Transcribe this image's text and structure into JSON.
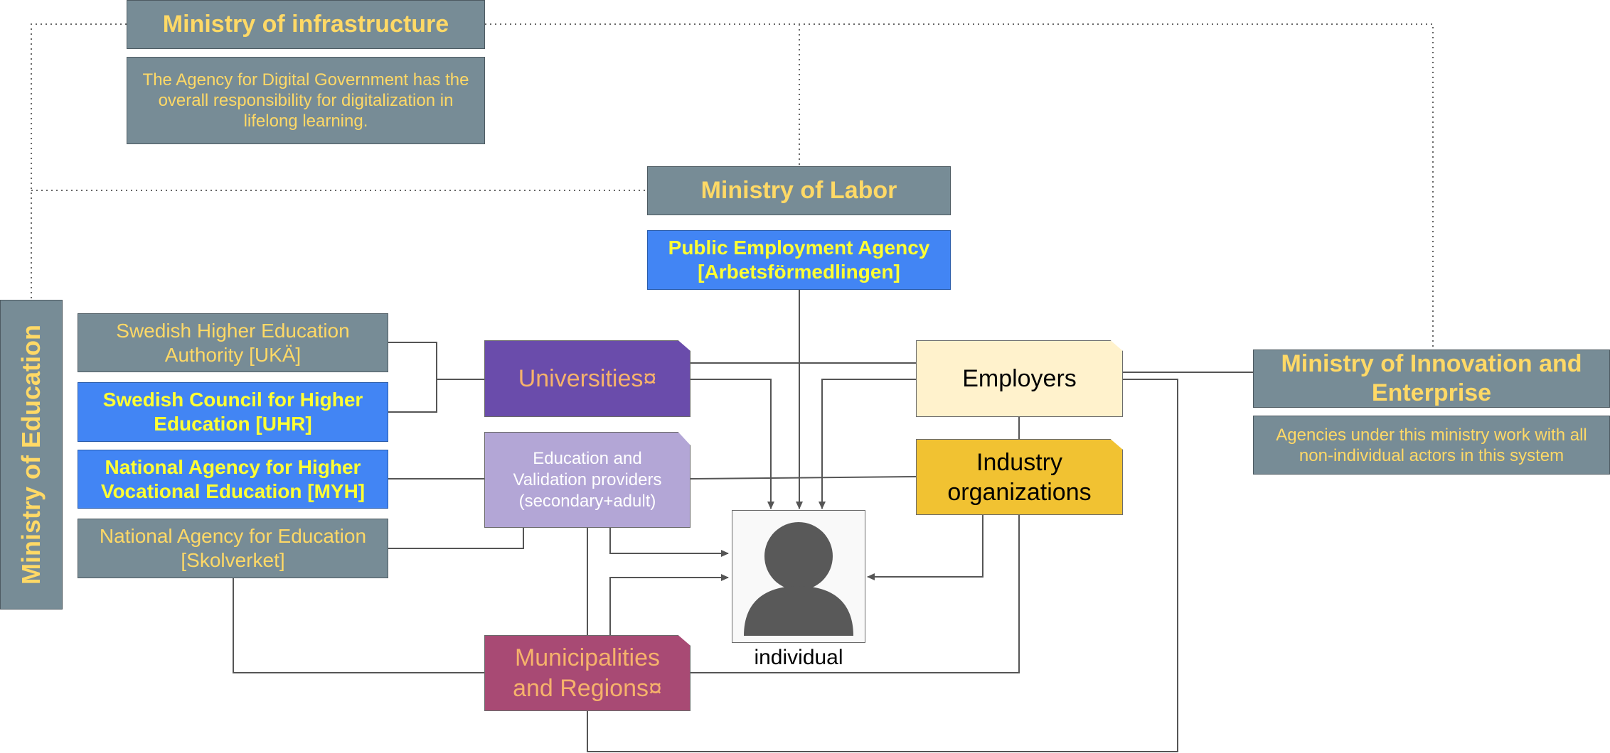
{
  "ministries": {
    "infrastructure": {
      "title": "Ministry of infrastructure",
      "description": "The Agency for Digital Government has the overall responsibility for digitalization in lifelong learning."
    },
    "labor": {
      "title": "Ministry of Labor"
    },
    "education": {
      "title": "Ministry of Education"
    },
    "innovation": {
      "title": "Ministry of Innovation and Enterprise",
      "description": "Agencies under this ministry work with all non-individual actors in this system"
    }
  },
  "agencies": {
    "public_employment": "Public Employment Agency [Arbetsförmedlingen]",
    "uka": "Swedish Higher Education Authority [UKÄ]",
    "uhr": "Swedish Council for Higher Education [UHR]",
    "myh": "National Agency for Higher Vocational Education [MYH]",
    "skolverket": "National Agency for Education [Skolverket]"
  },
  "actors": {
    "universities": "Universities¤",
    "education_providers": "Education and\nValidation providers\n(secondary+adult)",
    "municipalities": "Municipalities\nand Regions¤",
    "employers": "Employers",
    "industry": "Industry\norganizations",
    "individual": "individual"
  },
  "colors": {
    "ministry_gray": "#778c96",
    "ministry_text": "#ffd966",
    "agency_blue": "#4285f4",
    "agency_text": "#ffff33",
    "universities": "#6a4cab",
    "education_providers": "#b3a6d6",
    "municipalities": "#a84a74",
    "employers": "#fff2cc",
    "industry": "#f1c232",
    "person_icon": "#595959"
  },
  "icons": {
    "individual": "person-icon"
  }
}
